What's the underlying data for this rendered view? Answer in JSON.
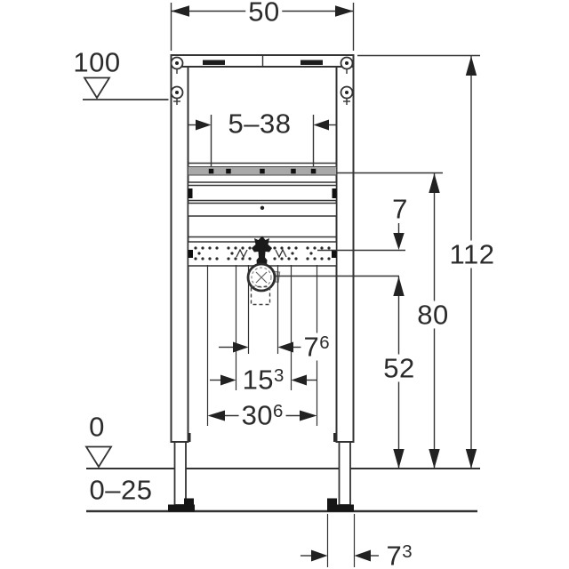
{
  "diagram": {
    "type": "technical-installation-drawing",
    "labels": {
      "width_top": "50",
      "upper_level": "100",
      "tap_rail_range": "5–38",
      "gap": "7",
      "total_height": "112",
      "rail_level_height": "80",
      "outlet_height": "52",
      "spacing_small": {
        "value": "7",
        "sup": "6"
      },
      "spacing_medium": {
        "value": "15",
        "sup": "3"
      },
      "spacing_large": {
        "value": "30",
        "sup": "6"
      },
      "floor_level": "0",
      "floor_buildup_range": "0–25",
      "foot_width": {
        "value": "7",
        "sup": "3"
      }
    }
  }
}
